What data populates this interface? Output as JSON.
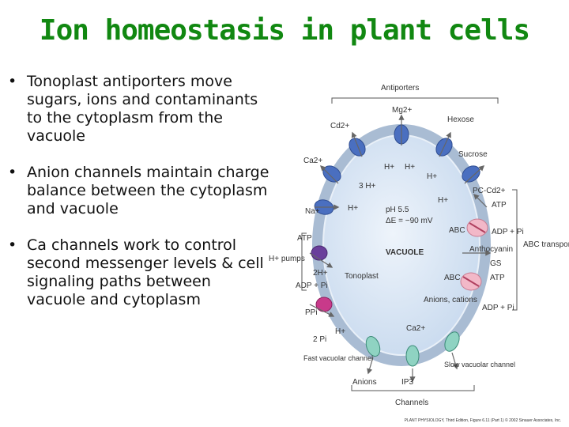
{
  "title": "Ion homeostasis in plant cells",
  "bullets": [
    "Tonoplast antiporters move sugars, ions  and contaminants to the cytoplasm from the vacuole",
    "Anion channels maintain charge balance between the cytoplasm and vacuole",
    "Ca channels work to control second messenger levels & cell signaling paths between vacuole and cytoplasm"
  ],
  "bullet_glyph": "•",
  "diagram": {
    "antiporters": "Antiporters",
    "mg": "Mg2+",
    "cd": "Cd2+",
    "hexose": "Hexose",
    "sucrose": "Sucrose",
    "ca_top": "Ca2+",
    "h_a": "H+",
    "h_b": "H+",
    "h_c": "H+",
    "three_h": "3 H+",
    "h_right": "H+",
    "pc_cd": "PC-Cd2+",
    "atp_1": "ATP",
    "abc_1": "ABC",
    "adp_pi_1": "ADP + Pi",
    "anthocyanin": "Anthocyanin",
    "abc_transporters": "ABC transporters",
    "gs": "GS",
    "abc_2": "ABC",
    "atp_2": "ATP",
    "adp_pi_2": "ADP + Pi",
    "na": "Na+",
    "h_na": "H+",
    "ph": "pH 5.5",
    "delta_e": "ΔE = −90 mV",
    "vacuole": "VACUOLE",
    "atp_left": "ATP",
    "h_pumps": "H+ pumps",
    "two_h": "2H+",
    "adp_left": "ADP + Pi",
    "tonoplast": "Tonoplast",
    "ppi": "PPi",
    "two_pi": "2 Pi",
    "h_low": "H+",
    "anions_cations": "Anions, cations",
    "ca_low": "Ca2+",
    "fast_vac": "Fast vacuolar channel",
    "slow_vac": "Slow vacuolar channel",
    "anions": "Anions",
    "ip3": "IP3",
    "channels": "Channels",
    "credit": "PLANT PHYSIOLOGY, Third Edition, Figure 6.11 (Part 1) © 2002 Sinauer Associates, Inc."
  },
  "colors": {
    "title": "#118811",
    "vacuole_fill": "#d8e6f5",
    "vacuole_stroke": "#9fb6cf",
    "antiporter": "#4a6fc0",
    "abc": "#f2b8c8",
    "pump": "#6a3f9b",
    "ppase": "#c83a8a",
    "channel": "#8fd3c2"
  }
}
